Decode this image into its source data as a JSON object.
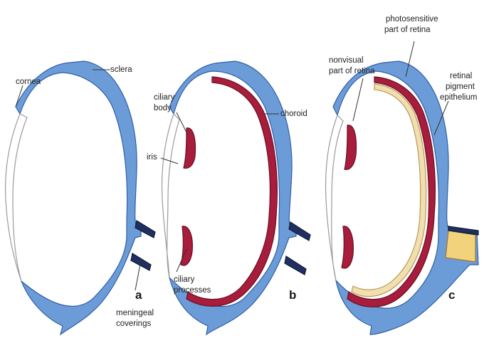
{
  "colors": {
    "sclera_blue": "#6c9cd8",
    "sclera_edge": "#2f5fa8",
    "cornea_white": "#ffffff",
    "choroid_red": "#a81c3c",
    "retina_cream": "#f2dfb0",
    "optic_nerve_yellow": "#f2d27a",
    "meningeal_dark": "#1f3060"
  },
  "panels": {
    "a": {
      "letter": "a",
      "labels": {
        "cornea": "cornea",
        "sclera": "sclera",
        "meningeal_1": "meningeal",
        "meningeal_2": "coverings"
      }
    },
    "b": {
      "letter": "b",
      "labels": {
        "ciliary_body_1": "ciliary",
        "ciliary_body_2": "body",
        "choroid": "choroid",
        "iris": "iris",
        "ciliary_processes_1": "ciliary",
        "ciliary_processes_2": "processes"
      }
    },
    "c": {
      "letter": "c",
      "labels": {
        "photosensitive_1": "photosensitive",
        "photosensitive_2": "part of retina",
        "nonvisual_1": "nonvisual",
        "nonvisual_2": "part of retina",
        "rpe_1": "retinal",
        "rpe_2": "pigment",
        "rpe_3": "epithelium"
      }
    }
  }
}
